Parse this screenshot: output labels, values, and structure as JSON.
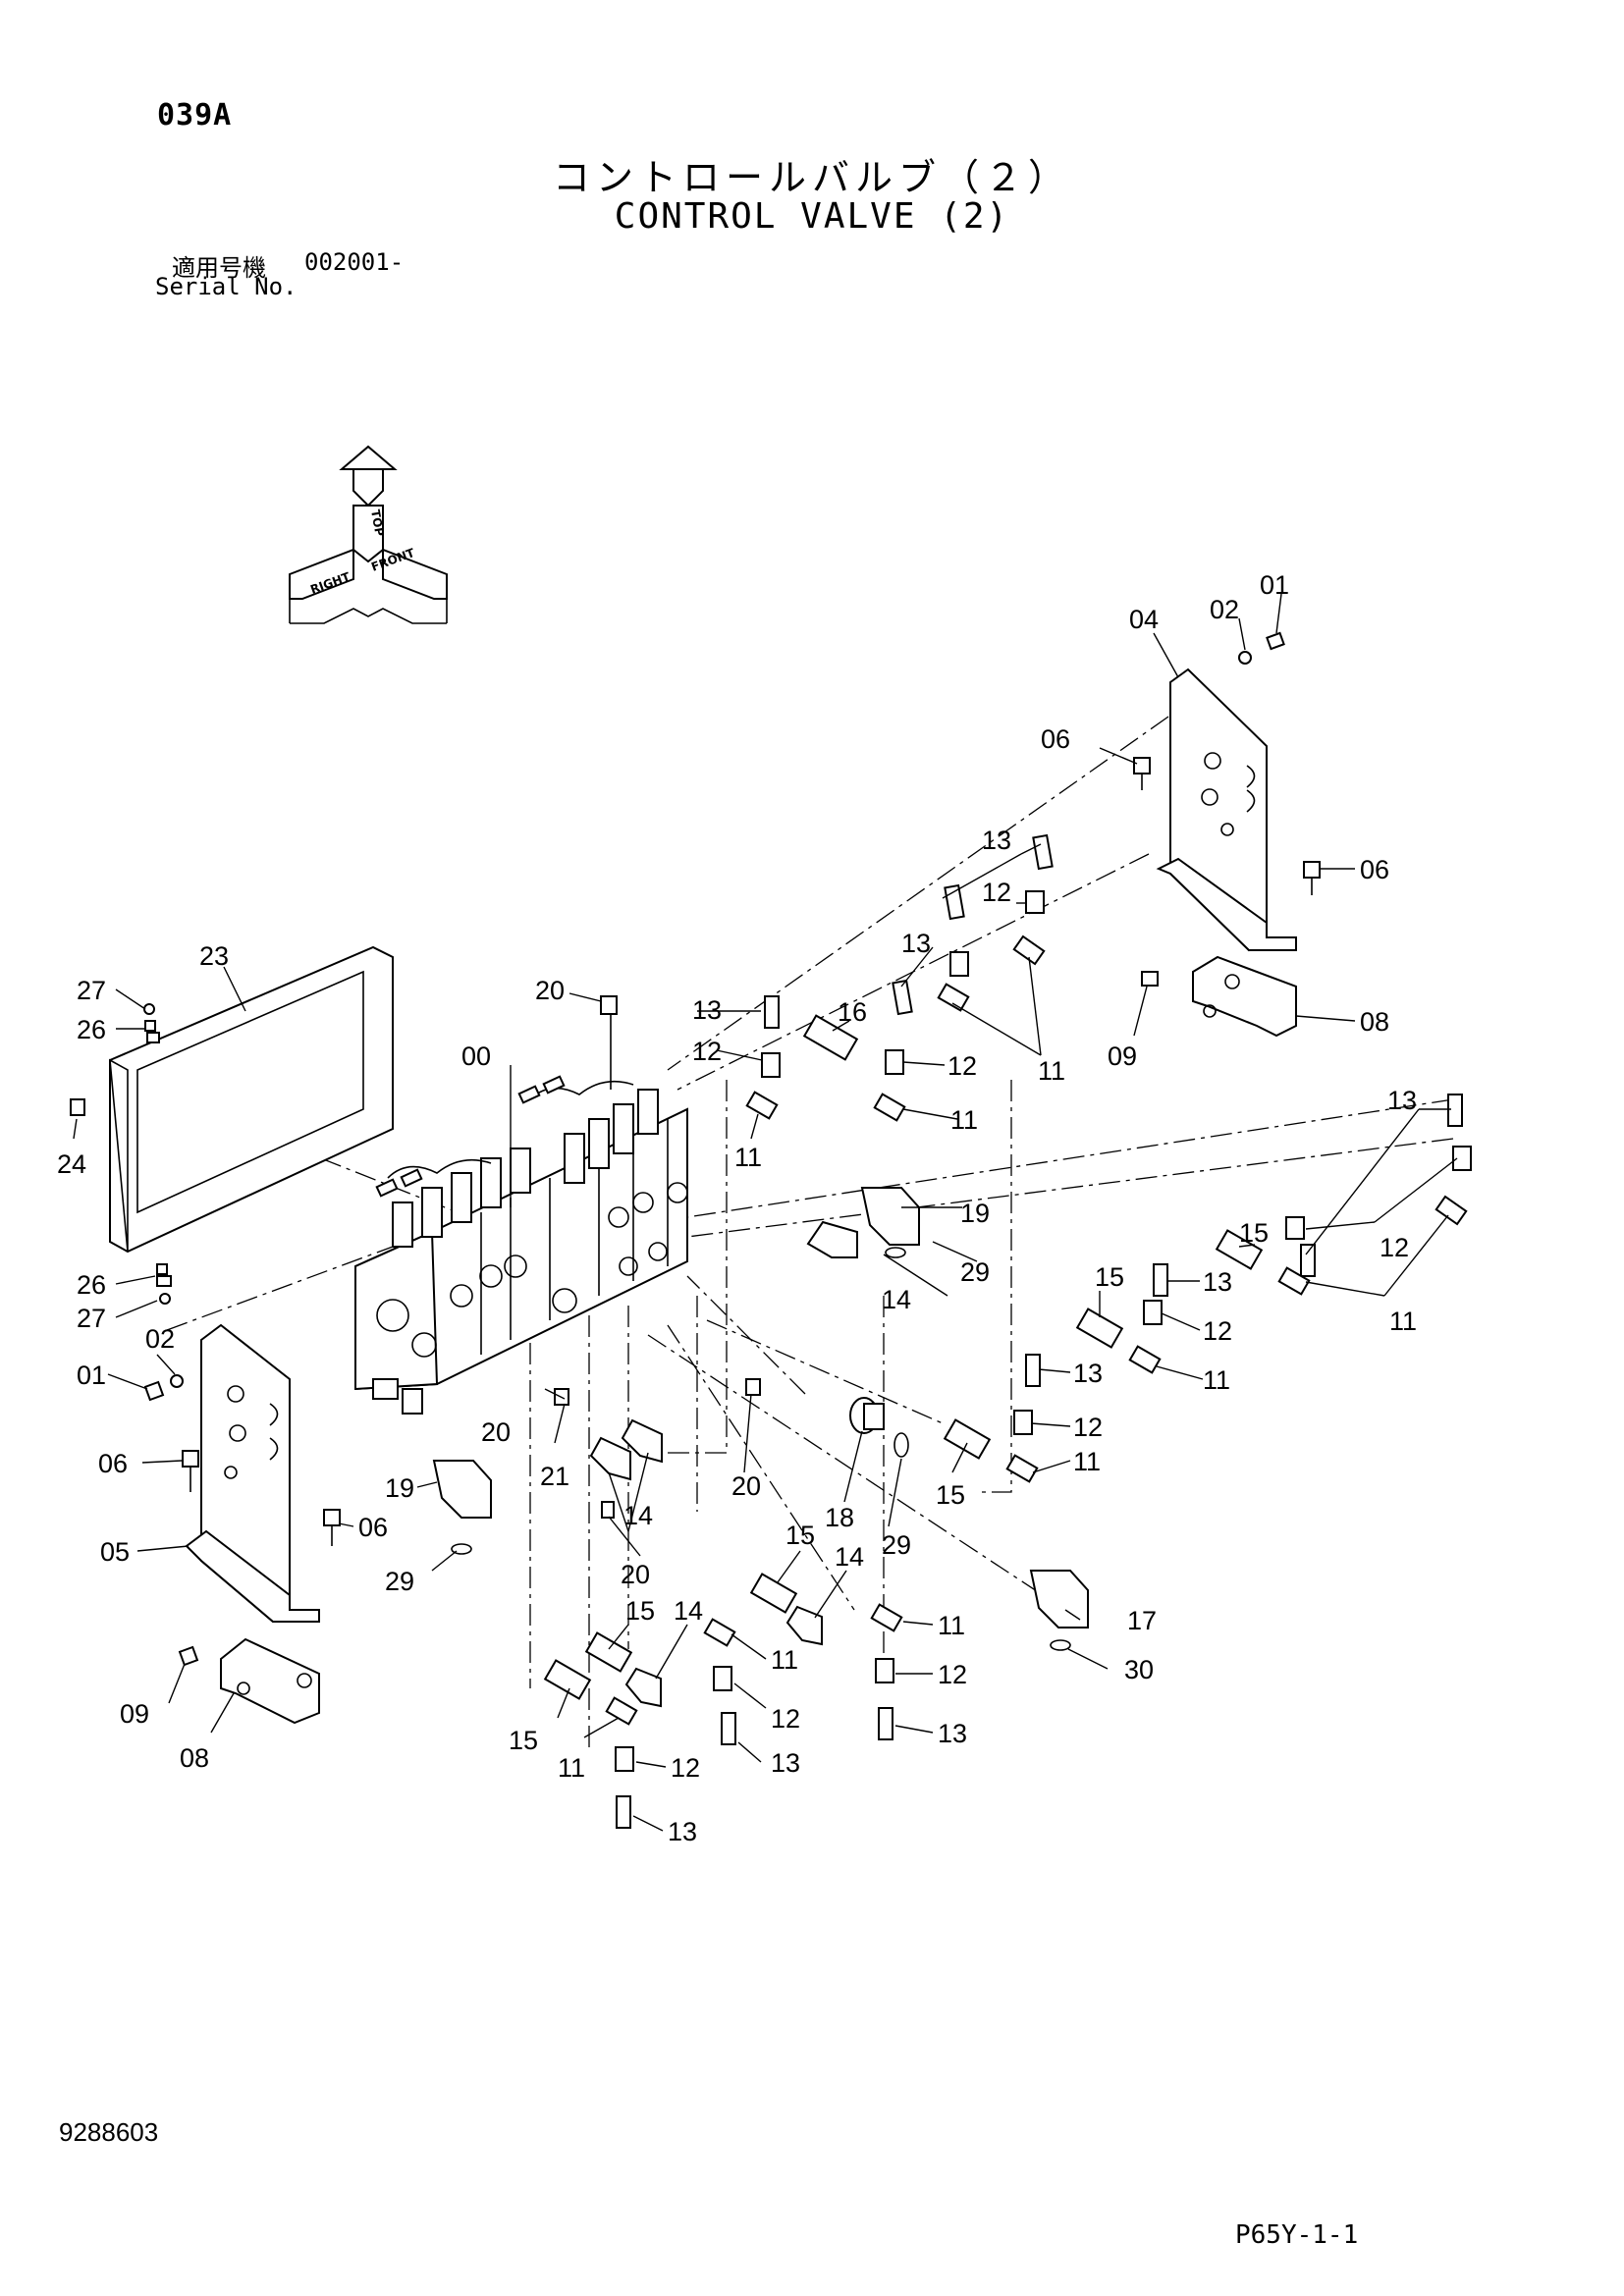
{
  "header": {
    "page_code": "039A",
    "title_jp": "コントロールバルブ（２）",
    "title_en": "CONTROL VALVE (2)",
    "serial_label_jp": "適用号機",
    "serial_value": "002001-",
    "serial_label_en": "Serial No."
  },
  "orientation": {
    "top": "TOP",
    "front": "FRONT",
    "right": "RIGHT"
  },
  "callouts": [
    {
      "id": "c01a",
      "text": "01"
    },
    {
      "id": "c02a",
      "text": "02"
    },
    {
      "id": "c04",
      "text": "04"
    },
    {
      "id": "c06a",
      "text": "06"
    },
    {
      "id": "c06b",
      "text": "06"
    },
    {
      "id": "c08a",
      "text": "08"
    },
    {
      "id": "c09a",
      "text": "09"
    },
    {
      "id": "c13a",
      "text": "13"
    },
    {
      "id": "c12a",
      "text": "12"
    },
    {
      "id": "c13b",
      "text": "13"
    },
    {
      "id": "c11a",
      "text": "11"
    },
    {
      "id": "c13c",
      "text": "13"
    },
    {
      "id": "c16",
      "text": "16"
    },
    {
      "id": "c12b",
      "text": "12"
    },
    {
      "id": "c12c",
      "text": "12"
    },
    {
      "id": "c11b",
      "text": "11"
    },
    {
      "id": "c11c",
      "text": "11"
    },
    {
      "id": "c20a",
      "text": "20"
    },
    {
      "id": "c00",
      "text": "00"
    },
    {
      "id": "c23",
      "text": "23"
    },
    {
      "id": "c27a",
      "text": "27"
    },
    {
      "id": "c26a",
      "text": "26"
    },
    {
      "id": "c24",
      "text": "24"
    },
    {
      "id": "c26b",
      "text": "26"
    },
    {
      "id": "c27b",
      "text": "27"
    },
    {
      "id": "c02b",
      "text": "02"
    },
    {
      "id": "c01b",
      "text": "01"
    },
    {
      "id": "c06c",
      "text": "06"
    },
    {
      "id": "c06d",
      "text": "06"
    },
    {
      "id": "c05",
      "text": "05"
    },
    {
      "id": "c19a",
      "text": "19"
    },
    {
      "id": "c29a",
      "text": "29"
    },
    {
      "id": "c09b",
      "text": "09"
    },
    {
      "id": "c08b",
      "text": "08"
    },
    {
      "id": "c19b",
      "text": "19"
    },
    {
      "id": "c29b",
      "text": "29"
    },
    {
      "id": "c14a",
      "text": "14"
    },
    {
      "id": "c13d",
      "text": "13"
    },
    {
      "id": "c15a",
      "text": "15"
    },
    {
      "id": "c12d",
      "text": "12"
    },
    {
      "id": "c11d",
      "text": "11"
    },
    {
      "id": "c15b",
      "text": "15"
    },
    {
      "id": "c13e",
      "text": "13"
    },
    {
      "id": "c12e",
      "text": "12"
    },
    {
      "id": "c11e",
      "text": "11"
    },
    {
      "id": "c13f",
      "text": "13"
    },
    {
      "id": "c12f",
      "text": "12"
    },
    {
      "id": "c11f",
      "text": "11"
    },
    {
      "id": "c20b",
      "text": "20"
    },
    {
      "id": "c21",
      "text": "21"
    },
    {
      "id": "c14b",
      "text": "14"
    },
    {
      "id": "c20c",
      "text": "20"
    },
    {
      "id": "c20d",
      "text": "20"
    },
    {
      "id": "c18",
      "text": "18"
    },
    {
      "id": "c29c",
      "text": "29"
    },
    {
      "id": "c15c",
      "text": "15"
    },
    {
      "id": "c15d",
      "text": "15"
    },
    {
      "id": "c14c",
      "text": "14"
    },
    {
      "id": "c11g",
      "text": "11"
    },
    {
      "id": "c17",
      "text": "17"
    },
    {
      "id": "c30",
      "text": "30"
    },
    {
      "id": "c15e",
      "text": "15"
    },
    {
      "id": "c14d",
      "text": "14"
    },
    {
      "id": "c11h",
      "text": "11"
    },
    {
      "id": "c12g",
      "text": "12"
    },
    {
      "id": "c13g",
      "text": "13"
    },
    {
      "id": "c15f",
      "text": "15"
    },
    {
      "id": "c12h",
      "text": "12"
    },
    {
      "id": "c13h",
      "text": "13"
    },
    {
      "id": "c11i",
      "text": "11"
    },
    {
      "id": "c12i",
      "text": "12"
    },
    {
      "id": "c13i",
      "text": "13"
    }
  ],
  "footer": {
    "doc_number": "9288603",
    "page_ref": "P65Y-1-1"
  }
}
